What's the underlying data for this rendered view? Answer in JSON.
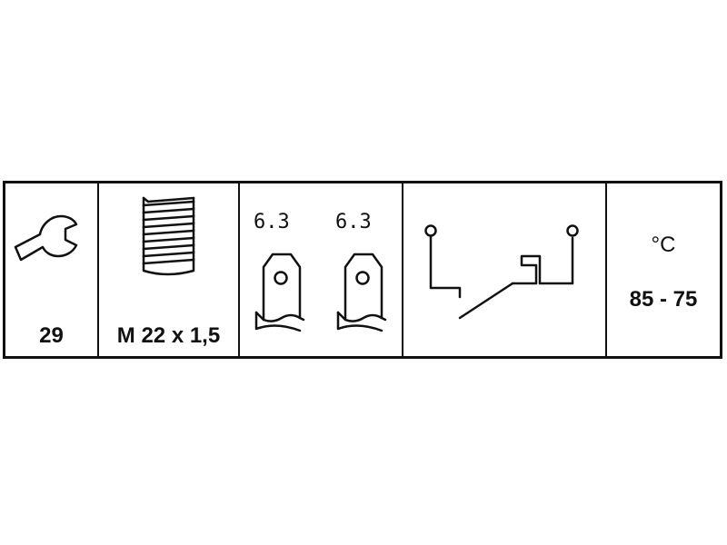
{
  "wrench": {
    "icon": "wrench-icon",
    "value": "29"
  },
  "thread": {
    "icon": "threaded-bolt-icon",
    "value": "M 22 x 1,5"
  },
  "terminals": {
    "icon": "flat-blade-terminal-icon",
    "left_value": "6.3",
    "right_value": "6.3"
  },
  "switch": {
    "icon": "switch-contact-schematic-icon"
  },
  "temperature": {
    "unit": "°C",
    "range": "85 - 75"
  },
  "colors": {
    "line": "#111111",
    "background": "#ffffff"
  }
}
